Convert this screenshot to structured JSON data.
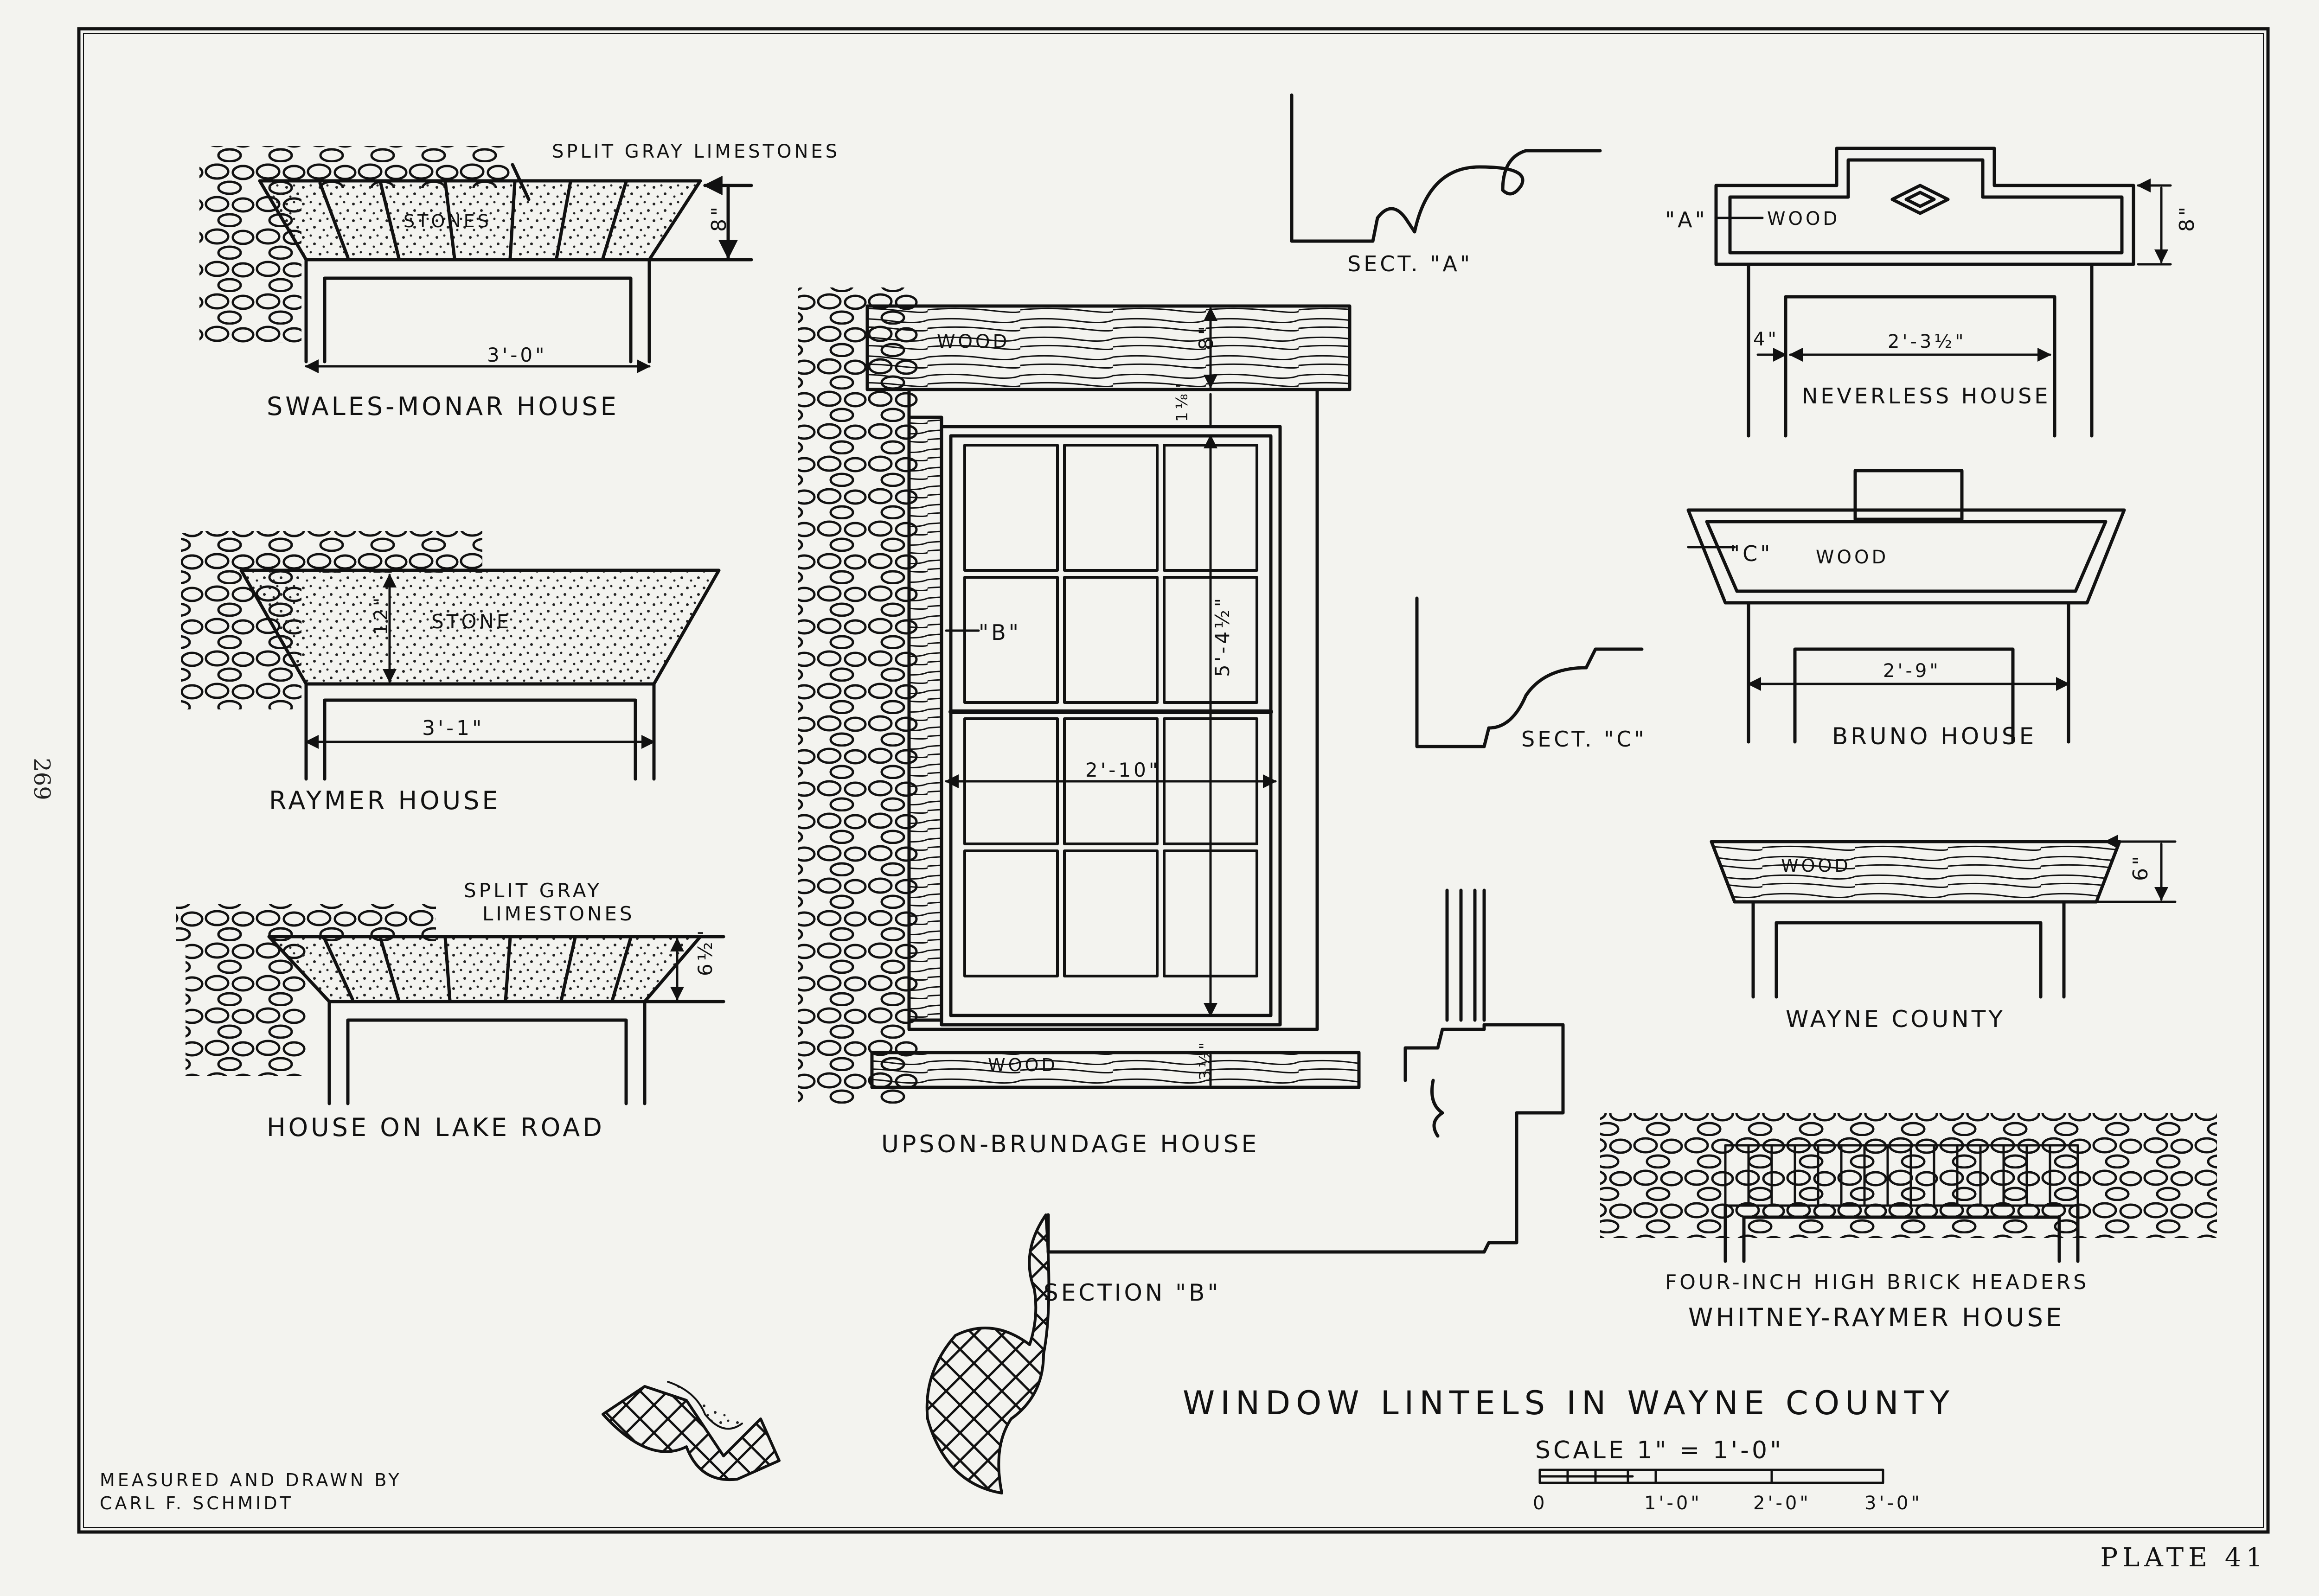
{
  "page_number": "269",
  "plate_label": "PLATE  41",
  "title": "WINDOW LINTELS IN WAYNE COUNTY",
  "scale": {
    "label": "SCALE 1\" = 1'-0\"",
    "ticks": [
      "0",
      "1'-0\"",
      "2'-0\"",
      "3'-0\""
    ]
  },
  "credit": {
    "line1": "MEASURED AND DRAWN BY",
    "line2": "CARL F. SCHMIDT"
  },
  "details": {
    "swales_monar": {
      "name": "SWALES-MONAR HOUSE",
      "note": "SPLIT GRAY LIMESTONES",
      "material": "STONES",
      "height": "8\"",
      "width": "3'-0\""
    },
    "raymer": {
      "name": "RAYMER HOUSE",
      "material": "STONE",
      "height": "12\"",
      "width": "3'-1\""
    },
    "lake_road": {
      "name": "HOUSE ON LAKE ROAD",
      "note_line1": "SPLIT GRAY",
      "note_line2": "LIMESTONES",
      "height": "6½\""
    },
    "upson_brundage": {
      "name": "UPSON-BRUNDAGE HOUSE",
      "lintel_material": "WOOD",
      "sill_material": "WOOD",
      "lintel_height": "8\"",
      "trim_dim": "1⅛\"",
      "window_height": "5'-4½\"",
      "window_width": "2'-10\"",
      "sill_height": "3½\"",
      "section_marker": "\"B\""
    },
    "sect_a": {
      "label": "SECT. \"A\""
    },
    "sect_c": {
      "label": "SECT. \"C\""
    },
    "section_b": {
      "label": "SECTION \"B\""
    },
    "neverless": {
      "name": "NEVERLESS HOUSE",
      "marker": "\"A\"",
      "material": "WOOD",
      "height": "8\"",
      "offset": "4\"",
      "width": "2'-3½\""
    },
    "bruno": {
      "name": "BRUNO HOUSE",
      "marker": "\"C\"",
      "material": "WOOD",
      "width": "2'-9\""
    },
    "wayne_county": {
      "name": "WAYNE COUNTY",
      "material": "WOOD",
      "height": "6\""
    },
    "whitney_raymer": {
      "note": "FOUR-INCH HIGH BRICK HEADERS",
      "name": "WHITNEY-RAYMER HOUSE"
    }
  }
}
